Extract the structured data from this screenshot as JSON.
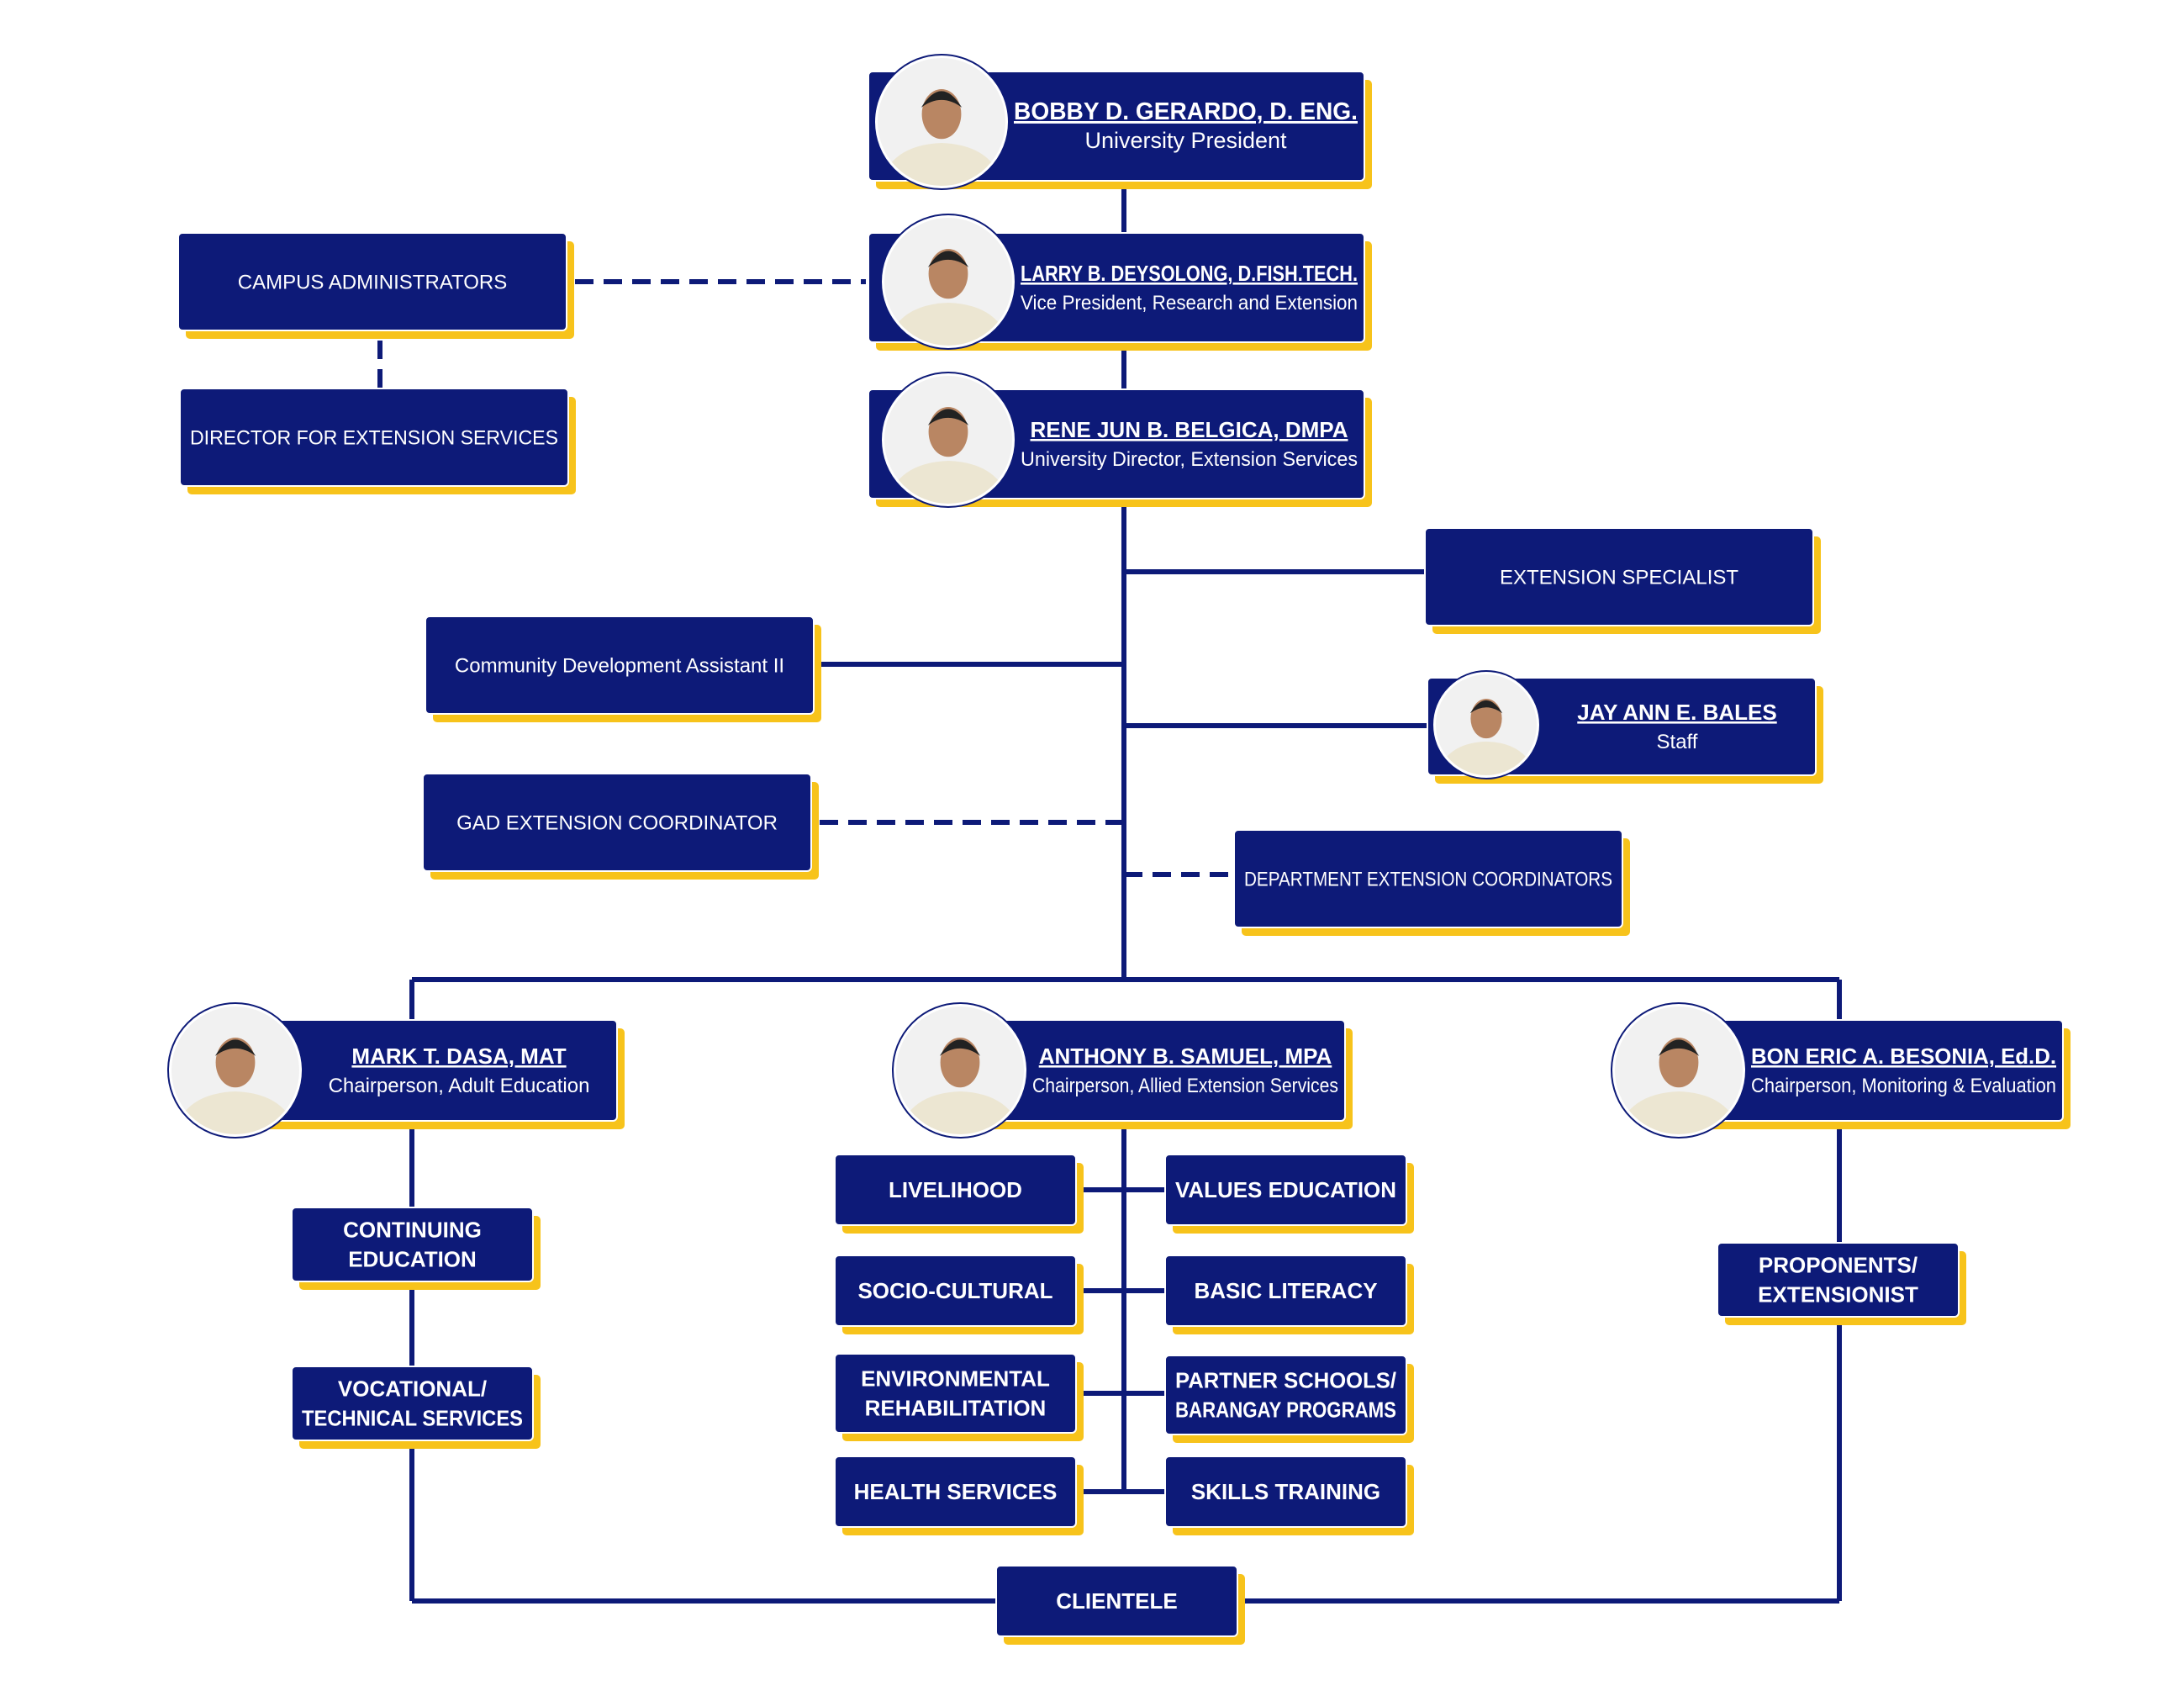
{
  "colors": {
    "navy": "#0d1a78",
    "gold": "#f7c31b",
    "line": "#0d1a78",
    "text": "#ffffff",
    "photo_bg": "#f1f1f1"
  },
  "nodes": [
    {
      "id": "president",
      "name": "BOBBY D. GERARDO, D. ENG.",
      "title": "University President",
      "photo": true,
      "photo_icon": "person-photo-icon"
    },
    {
      "id": "vp",
      "name": "LARRY B. DEYSOLONG, D.FISH.TECH.",
      "title": "Vice President, Research and Extension",
      "photo": true,
      "photo_icon": "person-photo-icon"
    },
    {
      "id": "director",
      "name": "RENE JUN B. BELGICA, DMPA",
      "title": "University Director, Extension Services",
      "photo": true,
      "photo_icon": "person-photo-icon"
    },
    {
      "id": "campus_admin",
      "label": "CAMPUS ADMINISTRATORS"
    },
    {
      "id": "director_ext",
      "label": "DIRECTOR FOR EXTENSION SERVICES"
    },
    {
      "id": "ext_specialist",
      "label": "EXTENSION SPECIALIST"
    },
    {
      "id": "cda",
      "label": "Community Development Assistant II"
    },
    {
      "id": "staff",
      "name": "JAY ANN E. BALES",
      "title": "Staff",
      "photo": true,
      "photo_icon": "person-photo-icon"
    },
    {
      "id": "gad",
      "label": "GAD EXTENSION COORDINATOR"
    },
    {
      "id": "dept_coord",
      "label": "DEPARTMENT EXTENSION COORDINATORS"
    },
    {
      "id": "chair_adult",
      "name": "MARK T. DASA, MAT",
      "title": "Chairperson, Adult Education",
      "photo": true,
      "photo_icon": "person-photo-icon"
    },
    {
      "id": "chair_allied",
      "name": "ANTHONY B. SAMUEL, MPA",
      "title": "Chairperson, Allied Extension Services",
      "photo": true,
      "photo_icon": "person-photo-icon"
    },
    {
      "id": "chair_me",
      "name": "BON ERIC A. BESONIA, Ed.D.",
      "title": "Chairperson, Monitoring & Evaluation",
      "photo": true,
      "photo_icon": "person-photo-icon"
    },
    {
      "id": "continuing",
      "label": [
        "CONTINUING",
        "EDUCATION"
      ]
    },
    {
      "id": "vocational",
      "label": [
        "VOCATIONAL/",
        "TECHNICAL SERVICES"
      ]
    },
    {
      "id": "livelihood",
      "label": [
        "LIVELIHOOD"
      ]
    },
    {
      "id": "values",
      "label": [
        "VALUES EDUCATION"
      ]
    },
    {
      "id": "socio",
      "label": [
        "SOCIO-CULTURAL"
      ]
    },
    {
      "id": "literacy",
      "label": [
        "BASIC LITERACY"
      ]
    },
    {
      "id": "environmental",
      "label": [
        "ENVIRONMENTAL",
        "REHABILITATION"
      ]
    },
    {
      "id": "partner",
      "label": [
        "PARTNER SCHOOLS/",
        "BARANGAY PROGRAMS"
      ]
    },
    {
      "id": "health",
      "label": [
        "HEALTH SERVICES"
      ]
    },
    {
      "id": "skills",
      "label": [
        "SKILLS TRAINING"
      ]
    },
    {
      "id": "proponents",
      "label": [
        "PROPONENTS/",
        "EXTENSIONIST"
      ]
    },
    {
      "id": "clientele",
      "label": [
        "CLIENTELE"
      ]
    }
  ]
}
